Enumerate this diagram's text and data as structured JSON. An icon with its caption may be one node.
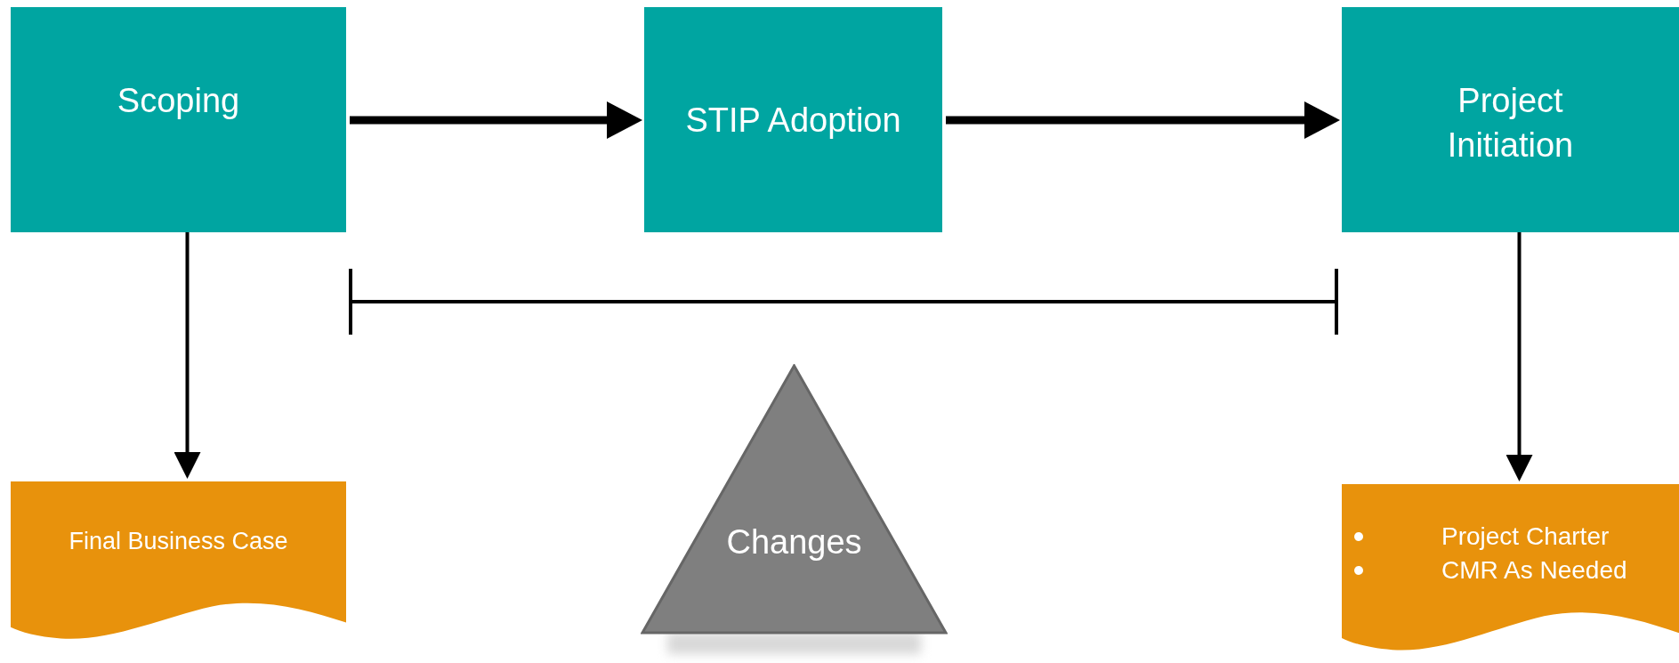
{
  "diagram": {
    "nodes": [
      {
        "text": [
          "Scoping"
        ]
      },
      {
        "text": [
          "STIP Adoption"
        ]
      },
      {
        "text": [
          "Project Initiation"
        ]
      },
      {
        "text": [
          "Final Business Case"
        ]
      },
      {
        "text": [
          "Changes"
        ]
      },
      {
        "text": [
          "Project Charter",
          "CMR As Needed"
        ]
      }
    ],
    "edges": [
      {
        "from": 0,
        "to": 1,
        "arrow": "to",
        "style": "thick"
      },
      {
        "from": 1,
        "to": 2,
        "arrow": "to",
        "style": "thick"
      },
      {
        "from": 0,
        "to": 3,
        "arrow": "to"
      },
      {
        "from": 2,
        "to": 5,
        "arrow": "to"
      }
    ]
  }
}
